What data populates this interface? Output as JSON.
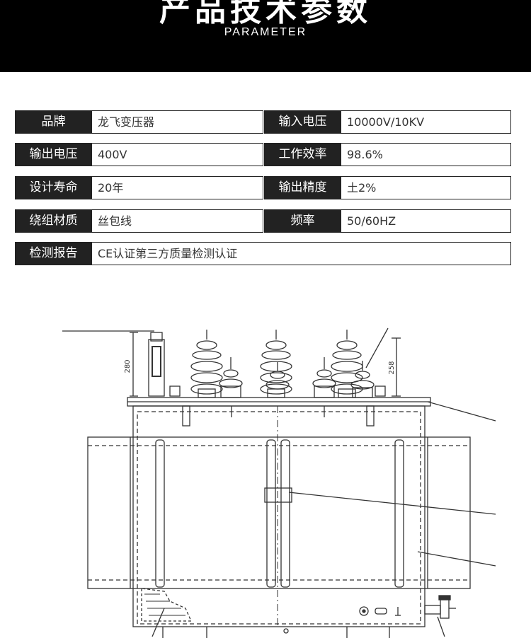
{
  "header": {
    "title": "产品技术参数",
    "subtitle": "PARAMETER"
  },
  "params": [
    [
      {
        "label": "品牌",
        "value": "龙飞变压器"
      },
      {
        "label": "输入电压",
        "value": "10000V/10KV"
      }
    ],
    [
      {
        "label": "输出电压",
        "value": "400V"
      },
      {
        "label": "工作效率",
        "value": "98.6%"
      }
    ],
    [
      {
        "label": "设计寿命",
        "value": "20年"
      },
      {
        "label": "输出精度",
        "value": "土2%"
      }
    ],
    [
      {
        "label": "绕组材质",
        "value": "丝包线"
      },
      {
        "label": "频率",
        "value": "50/60HZ"
      }
    ]
  ],
  "report": {
    "label": "检测报告",
    "value": "CE认证第三方质量检测认证"
  },
  "drawing": {
    "dim_left": "280",
    "dim_right": "258"
  }
}
